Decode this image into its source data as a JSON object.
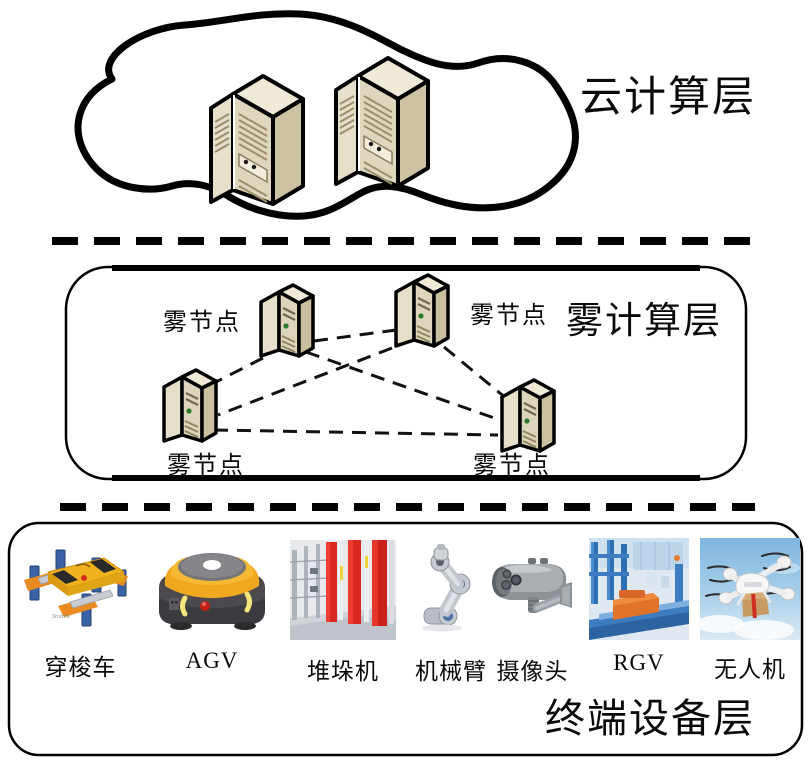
{
  "diagram": {
    "title_cloud": "云计算层",
    "title_fog": "雾计算层",
    "title_terminal": "终端设备层"
  },
  "cloud_layer": {
    "label": "云计算层",
    "servers": [
      {
        "name": "cloud-server-1"
      },
      {
        "name": "cloud-server-2"
      }
    ]
  },
  "fog_layer": {
    "label": "雾计算层",
    "nodes": [
      {
        "label": "雾节点",
        "pos": "top-left"
      },
      {
        "label": "雾节点",
        "pos": "top-right"
      },
      {
        "label": "雾节点",
        "pos": "bottom-left"
      },
      {
        "label": "雾节点",
        "pos": "bottom-right"
      }
    ]
  },
  "terminal_layer": {
    "label": "终端设备层",
    "devices": [
      {
        "label": "穿梭车",
        "icon": "shuttle-car-photo"
      },
      {
        "label": "AGV",
        "icon": "agv-robot-photo"
      },
      {
        "label": "堆垛机",
        "icon": "stacker-crane-photo"
      },
      {
        "label": "机械臂",
        "icon": "robot-arm-photo"
      },
      {
        "label": "摄像头",
        "icon": "cctv-camera-photo"
      },
      {
        "label": "RGV",
        "icon": "rgv-vehicle-photo"
      },
      {
        "label": "无人机",
        "icon": "drone-photo"
      }
    ]
  },
  "colors": {
    "outline": "#000000",
    "server_light": "#efe9d8",
    "server_mid": "#d8cfb4",
    "server_dark": "#b9ad8c",
    "agv_yellow": "#f0a81e",
    "agv_gray": "#49494c",
    "shuttle_orange": "#e98b20",
    "rail_blue": "#2f5fa8",
    "stacker_red": "#d8281f",
    "rgv_blue": "#2f6fb5",
    "sky_blue": "#9ec8e8"
  }
}
